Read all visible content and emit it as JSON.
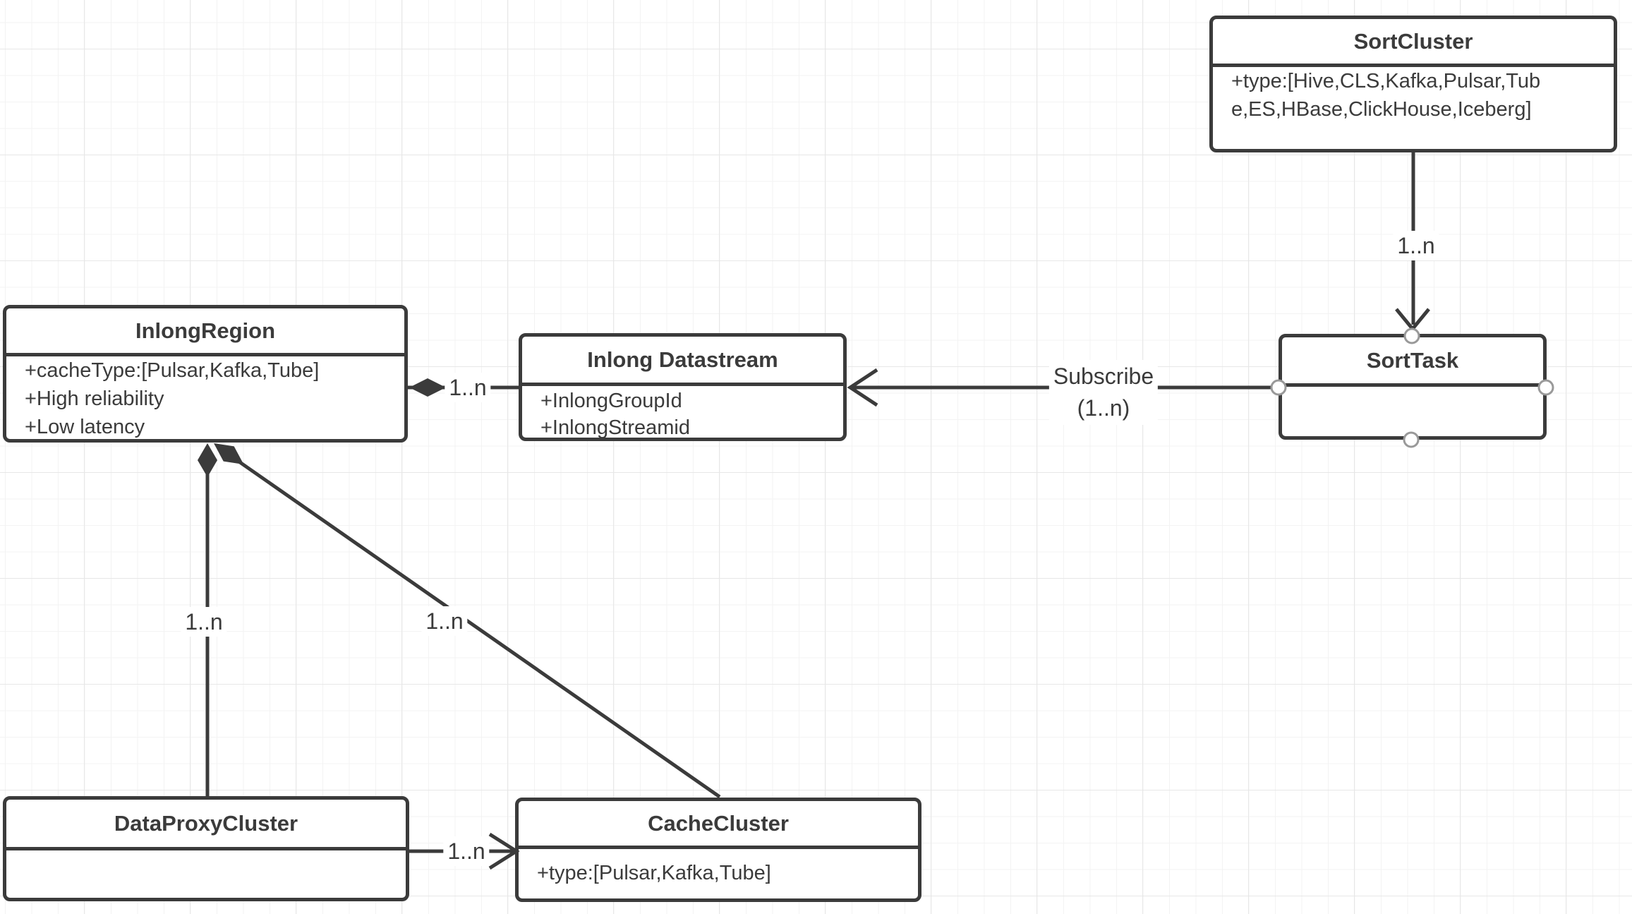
{
  "diagram": {
    "kind": "UML class diagram",
    "colors": {
      "stroke": "#3b3b3b",
      "box_fill": "#ffffff",
      "handle_stroke": "#999999",
      "grid_minor": "#f3f3f3",
      "grid_major": "#e7e7e7",
      "background": "#ffffff"
    }
  },
  "classes": {
    "sort_cluster": {
      "title": "SortCluster",
      "attributes": [
        "+type:[Hive,CLS,Kafka,Pulsar,Tube,ES,HBase,ClickHouse,Iceberg]"
      ]
    },
    "inlong_region": {
      "title": "InlongRegion",
      "attributes": [
        "+cacheType:[Pulsar,Kafka,Tube]",
        "+High reliability",
        "+Low latency"
      ]
    },
    "inlong_datastream": {
      "title": "Inlong Datastream",
      "attributes": [
        "+InlongGroupId",
        "+InlongStreamid"
      ]
    },
    "sort_task": {
      "title": "SortTask",
      "attributes": []
    },
    "data_proxy_cluster": {
      "title": "DataProxyCluster",
      "attributes": []
    },
    "cache_cluster": {
      "title": "CacheCluster",
      "attributes": [
        "+type:[Pulsar,Kafka,Tube]"
      ]
    }
  },
  "edges": {
    "sortcluster_to_sorttask": {
      "label": "1..n",
      "style": "open-arrow"
    },
    "sorttask_to_datastream": {
      "label": "Subscribe",
      "sublabel": "(1..n)",
      "style": "open-arrow"
    },
    "inlongregion_to_datastream": {
      "label": "1..n",
      "style": "composition-diamond"
    },
    "inlongregion_to_dataproxycluster": {
      "label": "1..n",
      "style": "composition-diamond"
    },
    "inlongregion_to_cachecluster": {
      "label": "1..n",
      "style": "composition-diamond"
    },
    "dataproxycluster_to_cachecluster": {
      "label": "1..n",
      "style": "open-arrow"
    }
  }
}
